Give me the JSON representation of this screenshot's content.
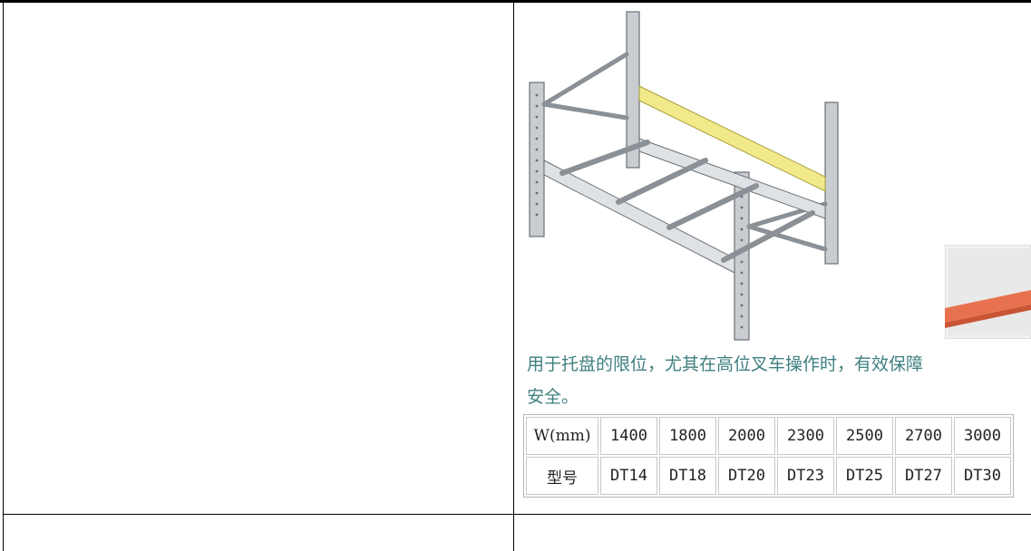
{
  "caption": {
    "line1": "用于托盘的限位，尤其在高位叉车操作时，有效保障",
    "line2": "安全。"
  },
  "spec_table": {
    "rows": [
      {
        "label": "W(mm)",
        "cells": [
          "1400",
          "1800",
          "2000",
          "2300",
          "2500",
          "2700",
          "3000"
        ]
      },
      {
        "label": "型号",
        "cells": [
          "DT14",
          "DT18",
          "DT20",
          "DT23",
          "DT25",
          "DT27",
          "DT30"
        ]
      }
    ]
  },
  "images": {
    "main": "pallet-rack-with-yellow-back-stop-beam",
    "side": "orange-beam-detail",
    "colors": {
      "highlight_beam": "#f2ea8a",
      "frame": "#9aa0a6",
      "side_accent": "#e8724f"
    }
  }
}
